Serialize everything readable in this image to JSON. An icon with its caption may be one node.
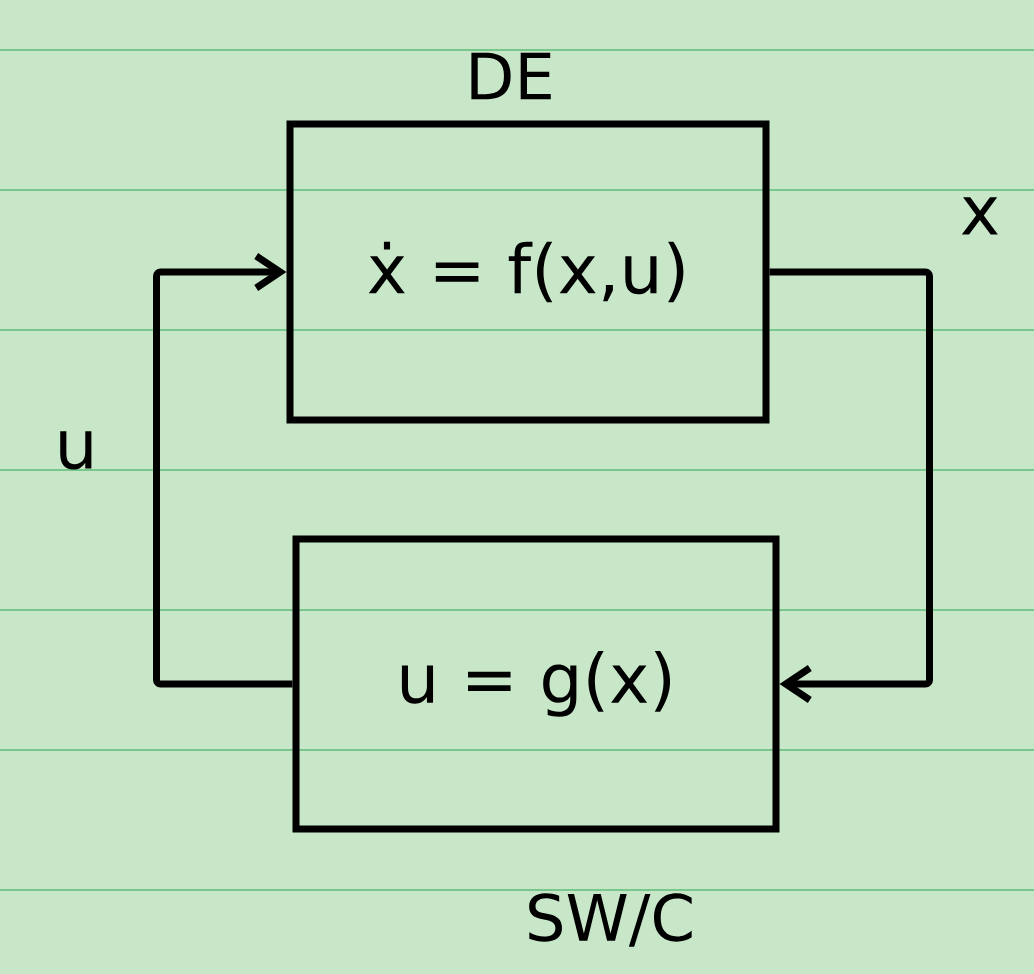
{
  "diagram": {
    "nodes": [
      {
        "text": [
          "DE",
          "ẋ = f(x,u)"
        ]
      },
      {
        "text": [
          "u = g(x)",
          "SW/C"
        ]
      }
    ],
    "edges": [
      {
        "from": 0,
        "to": 1,
        "arrow": "to",
        "label": "x"
      },
      {
        "from": 1,
        "to": 0,
        "arrow": "to",
        "label": "u"
      }
    ]
  }
}
